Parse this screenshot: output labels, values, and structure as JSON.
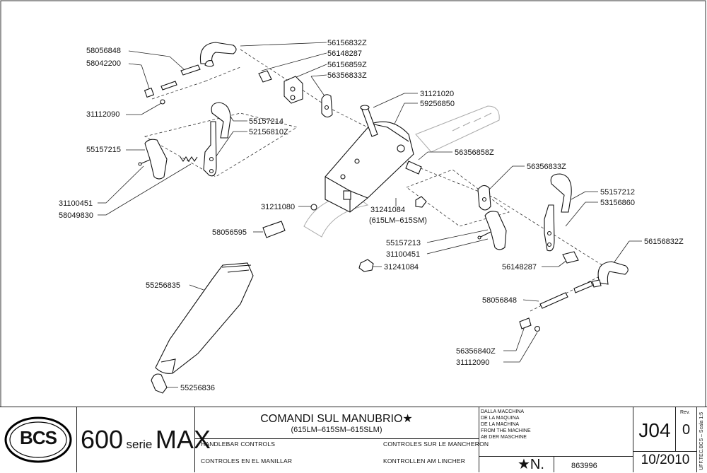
{
  "parts": {
    "p58056848_a": "58056848",
    "p58042200": "58042200",
    "p31112090_a": "31112090",
    "p55157215": "55157215",
    "p31100451_a": "31100451",
    "p58049830": "58049830",
    "p56156832z_a": "56156832Z",
    "p56148287_a": "56148287",
    "p56156859z": "56156859Z",
    "p56356833z_a": "56356833Z",
    "p55157214": "55157214",
    "p52156810z": "52156810Z",
    "p31121020": "31121020",
    "p59256850": "59256850",
    "p56356858z": "56356858Z",
    "p56356833z_b": "56356833Z",
    "p55157212": "55157212",
    "p53156860": "53156860",
    "p31211080": "31211080",
    "p31241084_a": "31241084",
    "p615lm": "(615LM–615SM)",
    "p58056595": "58056595",
    "p55157213": "55157213",
    "p31100451_b": "31100451",
    "p31241084_b": "31241084",
    "p56148287_b": "56148287",
    "p56156832z_b": "56156832Z",
    "p55256835": "55256835",
    "p58056848_b": "58056848",
    "p56356840z": "56356840Z",
    "p31112090_b": "31112090",
    "p55256836": "55256836"
  },
  "titleblock": {
    "logo": "BCS",
    "model_num": "600",
    "model_serie": "serie",
    "model_max": "MAX",
    "title": "COMANDI SUL MANUBRIO",
    "title_star": "★",
    "subtitle": "(615LM–615SM–615SLM)",
    "en": "HANDLEBAR CONTROLS",
    "es": "CONTROLES EN EL MANILLAR",
    "fr": "CONTROLES SUR LE MANCHERON",
    "de": "KONTROLLEN AM LINCHER",
    "from1": "DALLA MACCHINA",
    "from2": "DE LA MAQUINA",
    "from3": "DE LA MACHINA",
    "from4": "FROM THE MACHINE",
    "from5": "AB DER MASCHINE",
    "n_label": "★N.",
    "n_value": "863996",
    "code": "J04",
    "rev_label": "Rev.",
    "rev_value": "0",
    "date": "10/2010",
    "side_note": "UFF.TEC.BCS – Scala 1:5"
  }
}
